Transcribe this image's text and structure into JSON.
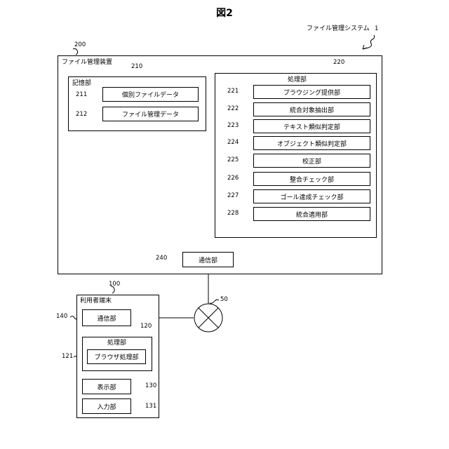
{
  "figure_title": "図2",
  "system": {
    "label": "ファイル管理システム",
    "ref": "1"
  },
  "device": {
    "ref": "200",
    "label": "ファイル管理装置",
    "storage": {
      "ref": "210",
      "label": "記憶部",
      "items": [
        {
          "ref": "211",
          "label": "個別ファイルデータ"
        },
        {
          "ref": "212",
          "label": "ファイル管理データ"
        }
      ]
    },
    "processing": {
      "ref": "220",
      "label": "処理部",
      "items": [
        {
          "ref": "221",
          "label": "ブラウジング提供部"
        },
        {
          "ref": "222",
          "label": "統合対象抽出部"
        },
        {
          "ref": "223",
          "label": "テキスト類似判定部"
        },
        {
          "ref": "224",
          "label": "オブジェクト類似判定部"
        },
        {
          "ref": "225",
          "label": "校正部"
        },
        {
          "ref": "226",
          "label": "整合チェック部"
        },
        {
          "ref": "227",
          "label": "ゴール達成チェック部"
        },
        {
          "ref": "228",
          "label": "統合適用部"
        }
      ]
    },
    "comm": {
      "ref": "240",
      "label": "通信部"
    }
  },
  "network": {
    "ref": "50"
  },
  "terminal": {
    "ref": "100",
    "label": "利用者端末",
    "comm": {
      "ref": "140",
      "label": "通信部"
    },
    "processing": {
      "ref": "120",
      "label": "処理部",
      "browser": {
        "ref": "121",
        "label": "ブラウザ処理部"
      }
    },
    "display": {
      "ref": "130",
      "label": "表示部"
    },
    "input": {
      "ref": "131",
      "label": "入力部"
    }
  }
}
